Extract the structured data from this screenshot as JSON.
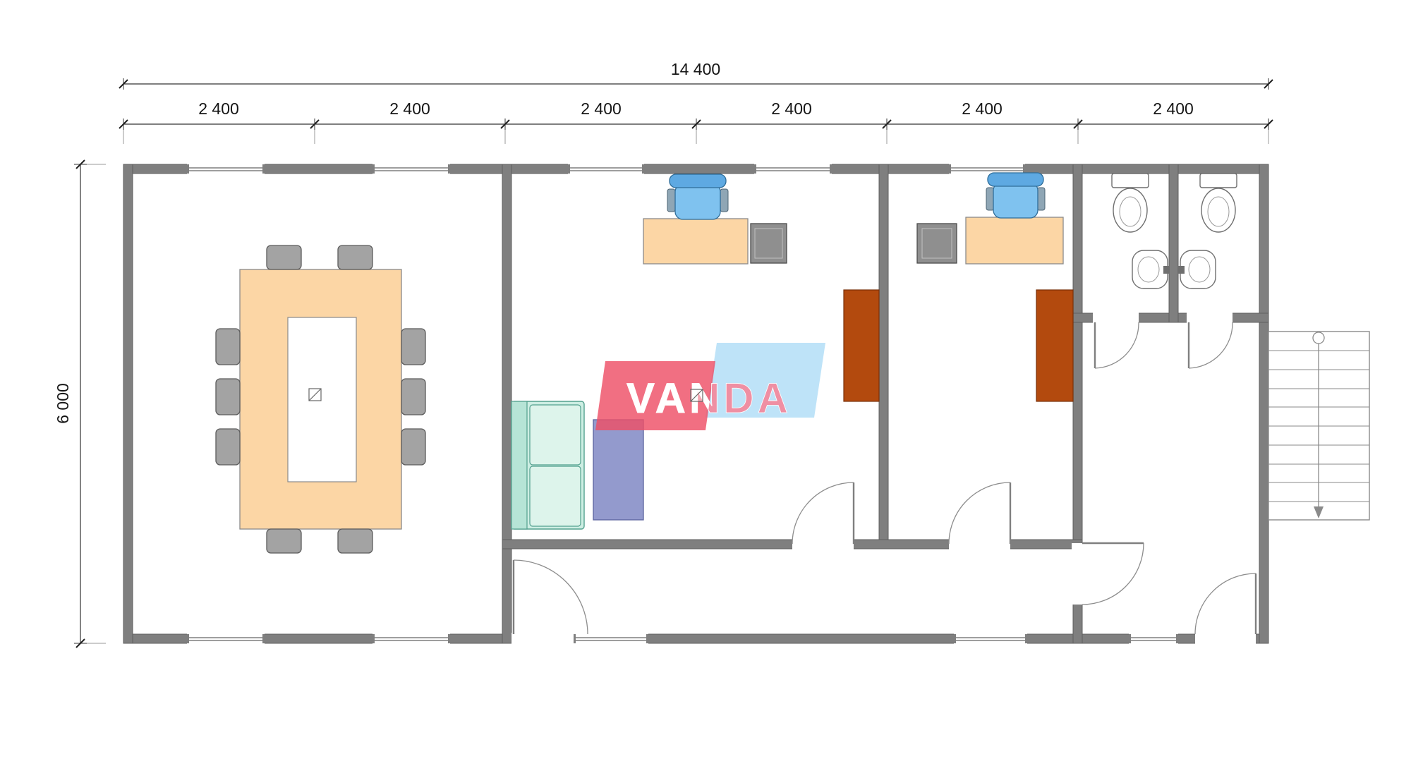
{
  "dimensions": {
    "total_width": "14 400",
    "segments": [
      "2 400",
      "2 400",
      "2 400",
      "2 400",
      "2 400",
      "2 400"
    ],
    "height": "6 000"
  },
  "watermark": {
    "text": "VANDA"
  },
  "colors": {
    "wall": "#7f7f7f",
    "dimension_line": "#222222",
    "wood_peach": "#fcd6a5",
    "chair_gray": "#a3a3a3",
    "office_chair_blue": "#7fc2ef",
    "cabinet_gray": "#8f8f8f",
    "wardrobe_brown": "#b34a0e",
    "sofa_teal": "#cdeee3",
    "coffee_table_purple": "#8d95ca",
    "watermark_red": "#ee4f66",
    "watermark_blue": "#a8d9f5"
  },
  "furniture_icons": [
    "conference-table",
    "conference-chair",
    "office-desk",
    "office-swivel-chair",
    "drawer-unit",
    "wardrobe-panel",
    "sofa",
    "coffee-table",
    "toilet",
    "washbasin",
    "staircase",
    "door-swing",
    "window"
  ]
}
